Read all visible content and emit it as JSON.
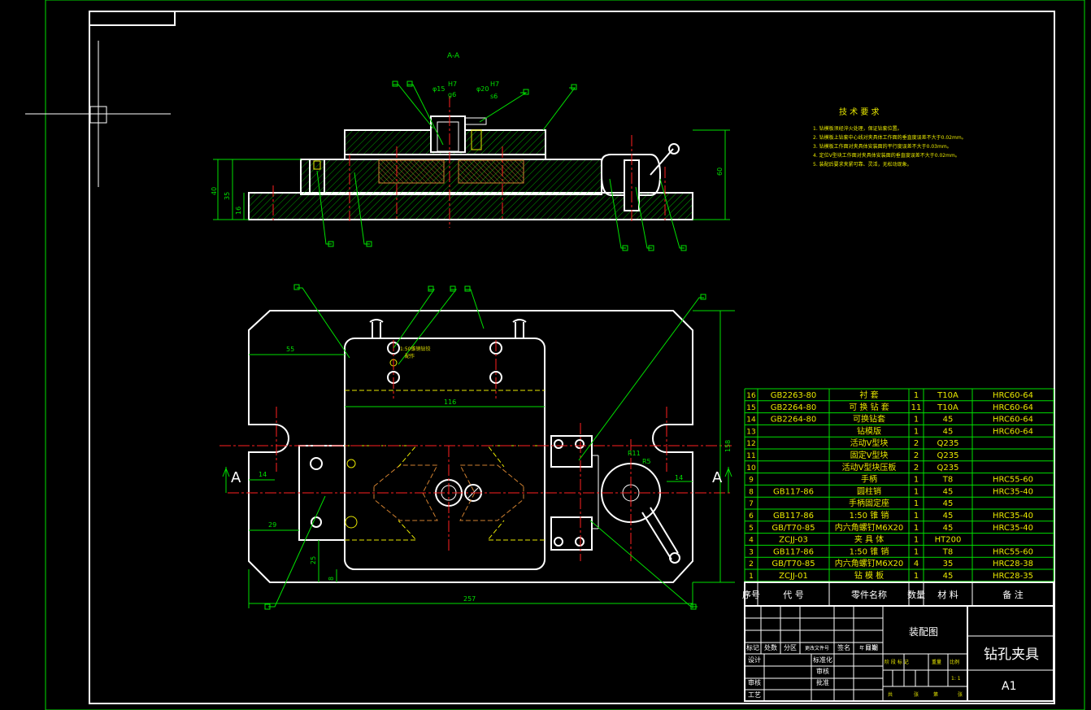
{
  "section_label": "A-A",
  "section_markers": [
    "A",
    "A"
  ],
  "fit_labels": [
    {
      "d": "φ15",
      "num": "H7",
      "den": "g6"
    },
    {
      "d": "φ20",
      "num": "H7",
      "den": "s6"
    }
  ],
  "dimensions": {
    "side_40": "40",
    "side_35": "35",
    "side_16": "16",
    "side_60": "60",
    "plan_55": "55",
    "plan_116": "116",
    "plan_14a": "14",
    "plan_14b": "14",
    "plan_29": "29",
    "plan_25": "25",
    "plan_8": "8",
    "plan_257": "257",
    "plan_158": "158",
    "plan_r11": "R11",
    "plan_r5": "R5"
  },
  "taper_note": [
    "1:50锥销钻铰",
    "配作"
  ],
  "tech_req": {
    "title": "技 术 要 求",
    "items": [
      "1. 钻模板须经淬火处理，保证钻套位置。",
      "2. 钻模板上钻套中心线对夹具体工作面的垂直度误差不大于0.02mm。",
      "3. 钻模板工作面对夹具体安装面的平行度误差不大于0.03mm。",
      "4. 定位V型块工作面对夹具体安装面的垂直度误差不大于0.02mm。",
      "5. 装配后要求夹紧可靠、灵活，无松动现象。"
    ]
  },
  "parts": [
    {
      "no": "16",
      "code": "GB2263-80",
      "name": "衬  套",
      "qty": "1",
      "material": "T10A",
      "note": "HRC60-64"
    },
    {
      "no": "15",
      "code": "GB2264-80",
      "name": "可 换 钻 套",
      "qty": "11",
      "material": "T10A",
      "note": "HRC60-64"
    },
    {
      "no": "14",
      "code": "GB2264-80",
      "name": "可换钻套",
      "qty": "1",
      "material": "45",
      "note": "HRC60-64"
    },
    {
      "no": "13",
      "code": "",
      "name": "钻模版",
      "qty": "1",
      "material": "45",
      "note": "HRC60-64"
    },
    {
      "no": "12",
      "code": "",
      "name": "活动V型块",
      "qty": "2",
      "material": "Q235",
      "note": ""
    },
    {
      "no": "11",
      "code": "",
      "name": "固定V型块",
      "qty": "2",
      "material": "Q235",
      "note": ""
    },
    {
      "no": "10",
      "code": "",
      "name": "活动V型块压板",
      "qty": "2",
      "material": "Q235",
      "note": ""
    },
    {
      "no": "9",
      "code": "",
      "name": "手柄",
      "qty": "1",
      "material": "T8",
      "note": "HRC55-60"
    },
    {
      "no": "8",
      "code": "GB117-86",
      "name": "圆柱销",
      "qty": "1",
      "material": "45",
      "note": "HRC35-40"
    },
    {
      "no": "7",
      "code": "",
      "name": "手柄固定座",
      "qty": "1",
      "material": "45",
      "note": ""
    },
    {
      "no": "6",
      "code": "GB117-86",
      "name": "1:50 锥 销",
      "qty": "1",
      "material": "45",
      "note": "HRC35-40"
    },
    {
      "no": "5",
      "code": "GB/T70-85",
      "name": "内六角螺钉M6X20",
      "qty": "1",
      "material": "45",
      "note": "HRC35-40"
    },
    {
      "no": "4",
      "code": "ZCJJ-03",
      "name": "夹 具 体",
      "qty": "1",
      "material": "HT200",
      "note": ""
    },
    {
      "no": "3",
      "code": "GB117-86",
      "name": "1:50 锥 销",
      "qty": "1",
      "material": "T8",
      "note": "HRC55-60"
    },
    {
      "no": "2",
      "code": "GB/T70-85",
      "name": "内六角螺钉M6X20",
      "qty": "4",
      "material": "35",
      "note": "HRC28-38"
    },
    {
      "no": "1",
      "code": "ZCJJ-01",
      "name": "钻 模 板",
      "qty": "1",
      "material": "45",
      "note": "HRC28-35"
    }
  ],
  "parts_header": {
    "no": "序号",
    "code": "代  号",
    "name": "零件名称",
    "qty": "数量",
    "material": "材  料",
    "note": "备  注"
  },
  "title_block": {
    "drawing_type": "装配图",
    "title": "钻孔夹具",
    "size": "A1",
    "scale": "1: 1",
    "row_labels": [
      "标记",
      "处数",
      "分区",
      "更改文件号",
      "签名",
      "年 月 日"
    ],
    "left_labels": [
      "设计",
      "",
      "审核",
      "工艺"
    ],
    "mid_labels": [
      "标准化",
      "审核",
      "批准",
      "",
      "日期"
    ],
    "stage_labels": [
      "阶 段 标 记",
      "重量",
      "比例"
    ],
    "sheet_labels": [
      "共",
      "张",
      "第",
      "张"
    ]
  }
}
